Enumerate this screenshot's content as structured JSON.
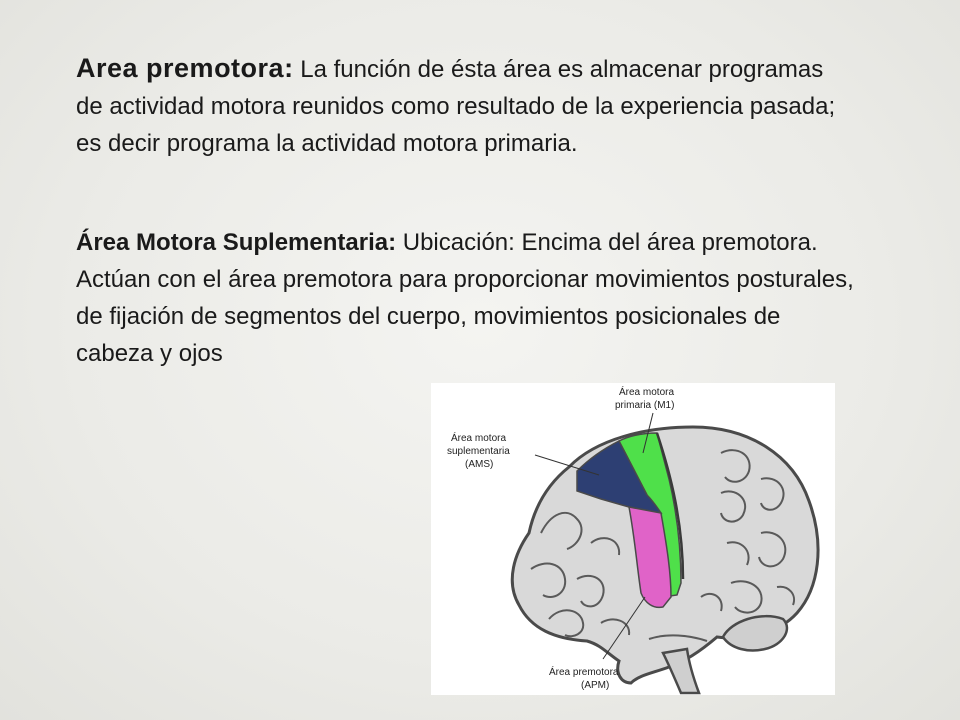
{
  "paragraphs": [
    {
      "term": "Area  premotora:",
      "text": " La función de ésta área es almacenar programas de actividad motora reunidos como resultado de la experiencia pasada; es decir programa la actividad motora primaria."
    },
    {
      "term": "Área Motora Suplementaria:",
      "text": "  Ubicación: Encima del área premotora.  Actúan con el área premotora para proporcionar movimientos posturales, de fijación de segmentos del cuerpo, movimientos posicionales de cabeza y ojos"
    }
  ],
  "figure": {
    "labels": {
      "m1_line1": "Área motora",
      "m1_line2": "primaria (M1)",
      "ams_line1": "Área motora",
      "ams_line2": "suplementaria",
      "ams_line3": "(AMS)",
      "apm_line1": "Área premotora",
      "apm_line2": "(APM)"
    },
    "colors": {
      "m1": "#4fe04a",
      "ams": "#2d3f73",
      "apm": "#e063c8",
      "brain": "#d9d9d9",
      "outline": "#4a4a4a"
    }
  }
}
